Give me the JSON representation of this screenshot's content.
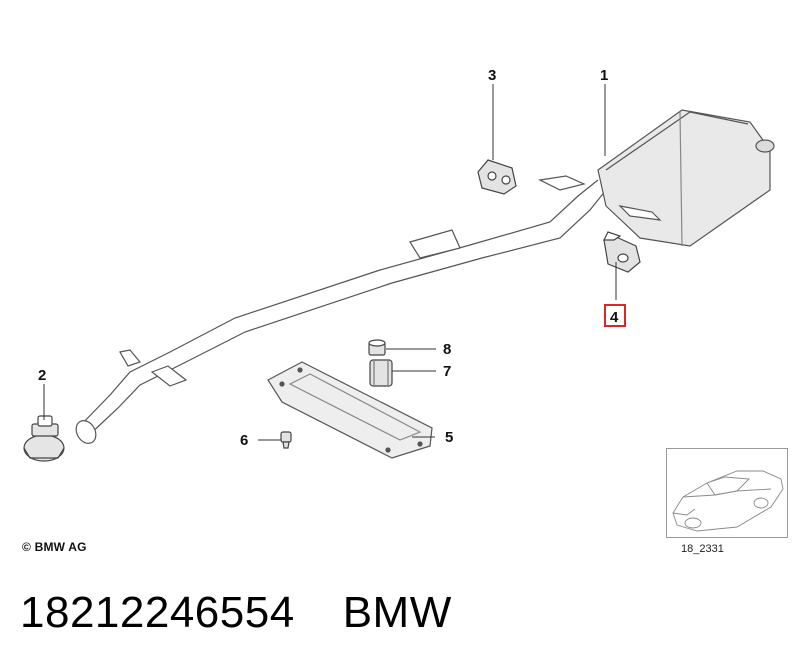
{
  "diagram": {
    "callouts": [
      {
        "id": "1",
        "label": "1"
      },
      {
        "id": "2",
        "label": "2"
      },
      {
        "id": "3",
        "label": "3"
      },
      {
        "id": "4",
        "label": "4",
        "highlight_color": "#d9262b"
      },
      {
        "id": "5",
        "label": "5"
      },
      {
        "id": "6",
        "label": "6"
      },
      {
        "id": "7",
        "label": "7"
      },
      {
        "id": "8",
        "label": "8"
      }
    ],
    "copyright": "© BMW AG",
    "inset_code": "18_2331"
  },
  "caption": {
    "part_number": "18212246554",
    "brand": "BMW"
  },
  "icons": [
    "car-outline-icon"
  ]
}
